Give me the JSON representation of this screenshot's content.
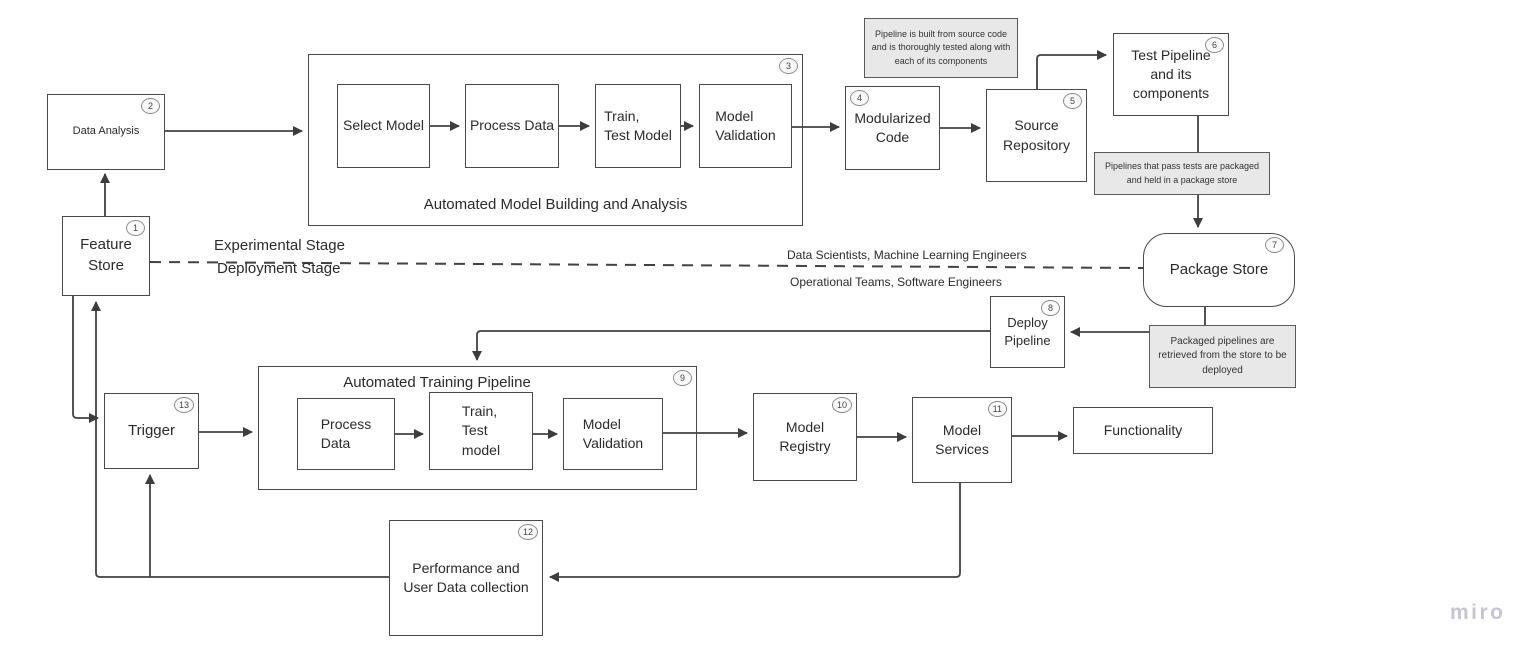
{
  "canvas": {
    "watermark": "miro"
  },
  "stage_divider": {
    "experimental_label": "Experimental Stage",
    "deployment_label": "Deployment Stage",
    "top_roles": "Data Scientists, Machine Learning Engineers",
    "bottom_roles": "Operational Teams, Software Engineers"
  },
  "containers": {
    "model_building": {
      "title": "Automated Model Building and Analysis",
      "badge": "3"
    },
    "training_pipeline": {
      "title": "Automated Training Pipeline",
      "badge": "9"
    }
  },
  "nodes": {
    "data_analysis": {
      "label": "Data Analysis",
      "badge": "2"
    },
    "feature_store": {
      "label": "Feature\nStore",
      "badge": "1"
    },
    "select_model": {
      "label": "Select Model"
    },
    "process_data_top": {
      "label": "Process Data"
    },
    "train_test_model_top": {
      "label": "Train,\nTest Model"
    },
    "model_validation_top": {
      "label": "Model\nValidation"
    },
    "modularized_code": {
      "label": "Modularized\nCode",
      "badge": "4"
    },
    "source_repository": {
      "label": "Source\nRepository",
      "badge": "5"
    },
    "test_pipeline": {
      "label": "Test Pipeline\nand its\ncomponents",
      "badge": "6"
    },
    "package_store": {
      "label": "Package Store",
      "badge": "7"
    },
    "deploy_pipeline": {
      "label": "Deploy\nPipeline",
      "badge": "8"
    },
    "process_data_bottom": {
      "label": "Process\nData"
    },
    "train_test_model_bottom": {
      "label": "Train,\nTest\nmodel"
    },
    "model_validation_bottom": {
      "label": "Model\nValidation"
    },
    "model_registry": {
      "label": "Model\nRegistry",
      "badge": "10"
    },
    "model_services": {
      "label": "Model\nServices",
      "badge": "11"
    },
    "functionality": {
      "label": "Functionality"
    },
    "performance_collection": {
      "label": "Performance and\nUser Data collection",
      "badge": "12"
    },
    "trigger": {
      "label": "Trigger",
      "badge": "13"
    }
  },
  "notes": {
    "build_note": {
      "text": "Pipeline is built from source code and is thoroughly tested along with each of its components"
    },
    "package_note": {
      "text": "Pipelines that pass tests are packaged and held in a package store"
    },
    "deploy_note": {
      "text": "Packaged pipelines are retrieved from the store to be deployed"
    }
  },
  "colors": {
    "shape_border": "#4a4a4a",
    "connector": "#424242",
    "note_fill": "#e8e8e8",
    "watermark": "#c6c5d2"
  }
}
